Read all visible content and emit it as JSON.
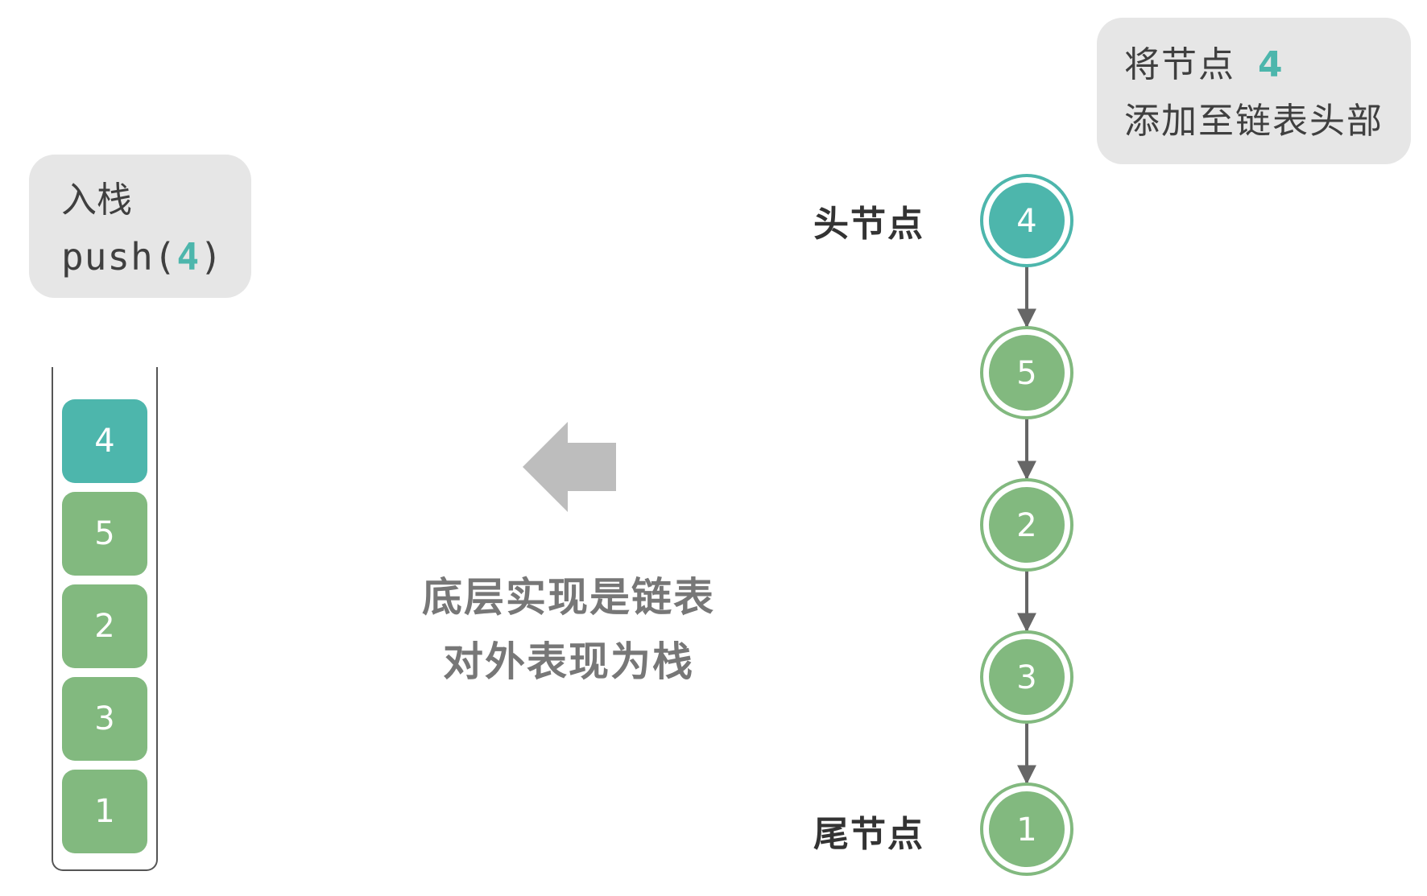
{
  "push_box": {
    "title": "入栈",
    "call_prefix": "push(",
    "call_value": "4",
    "call_suffix": ")"
  },
  "add_box": {
    "line1_prefix": "将节点",
    "line1_value": "4",
    "line2": "添加至链表头部"
  },
  "center_note": {
    "line1": "底层实现是链表",
    "line2": "对外表现为栈"
  },
  "stack": {
    "items": [
      {
        "value": "4",
        "highlight": true
      },
      {
        "value": "5",
        "highlight": false
      },
      {
        "value": "2",
        "highlight": false
      },
      {
        "value": "3",
        "highlight": false
      },
      {
        "value": "1",
        "highlight": false
      }
    ]
  },
  "linked_list": {
    "head_label": "头节点",
    "tail_label": "尾节点",
    "nodes": [
      {
        "value": "4",
        "highlight": true
      },
      {
        "value": "5",
        "highlight": false
      },
      {
        "value": "2",
        "highlight": false
      },
      {
        "value": "3",
        "highlight": false
      },
      {
        "value": "1",
        "highlight": false
      }
    ]
  },
  "colors": {
    "highlight": "#4db6ac",
    "normal": "#82b97f",
    "arrow": "#bdbdbd",
    "connector": "#666666"
  }
}
